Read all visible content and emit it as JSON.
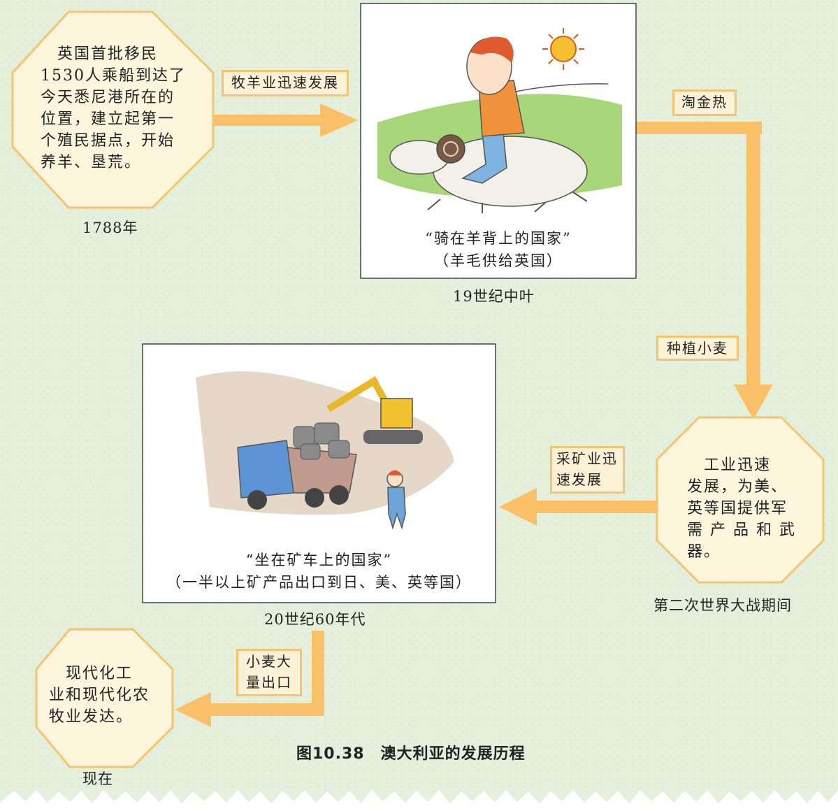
{
  "colors": {
    "background": "#e4f0dc",
    "dots": "#cfe3c4",
    "arrow": "#f9c067",
    "octagon_fill": "#fdf5dc",
    "octagon_border": "#f6c46e",
    "label_fill": "#fdf2d6"
  },
  "nodes": {
    "n1788": {
      "text_lines": [
        "　英国首批移民",
        "1530人乘船到达了",
        "今天悉尼港所在的",
        "位置，建立起第一",
        "个殖民据点，开始",
        "养羊、垦荒。"
      ],
      "era": "1788年"
    },
    "n19c": {
      "caption_lines": [
        "“骑在羊背上的国家”",
        "（羊毛供给英国）"
      ],
      "era": "19世纪中叶"
    },
    "nww2": {
      "text_lines": [
        "　工业迅速",
        "发展，为美、",
        "英等国提供军",
        "需 产 品 和 武",
        "器。"
      ],
      "era": "第二次世界大战期间"
    },
    "n1960": {
      "caption_lines": [
        "“坐在矿车上的国家”",
        "（一半以上矿产品出口到日、美、英等国）"
      ],
      "era": "20世纪60年代"
    },
    "nnow": {
      "text_lines": [
        "　现代化工",
        "业和现代化农",
        "牧业发达。"
      ],
      "era": "现在"
    }
  },
  "edges": {
    "e1": {
      "label_lines": [
        "牧羊业迅速发展"
      ]
    },
    "e2a": {
      "label_lines": [
        "淘金热"
      ]
    },
    "e2b": {
      "label_lines": [
        "种植小麦"
      ]
    },
    "e3": {
      "label_lines": [
        "采矿业迅",
        "速发展"
      ]
    },
    "e4": {
      "label_lines": [
        "小麦大",
        "量出口"
      ]
    }
  },
  "figure_caption": "图10.38　澳大利亚的发展历程"
}
